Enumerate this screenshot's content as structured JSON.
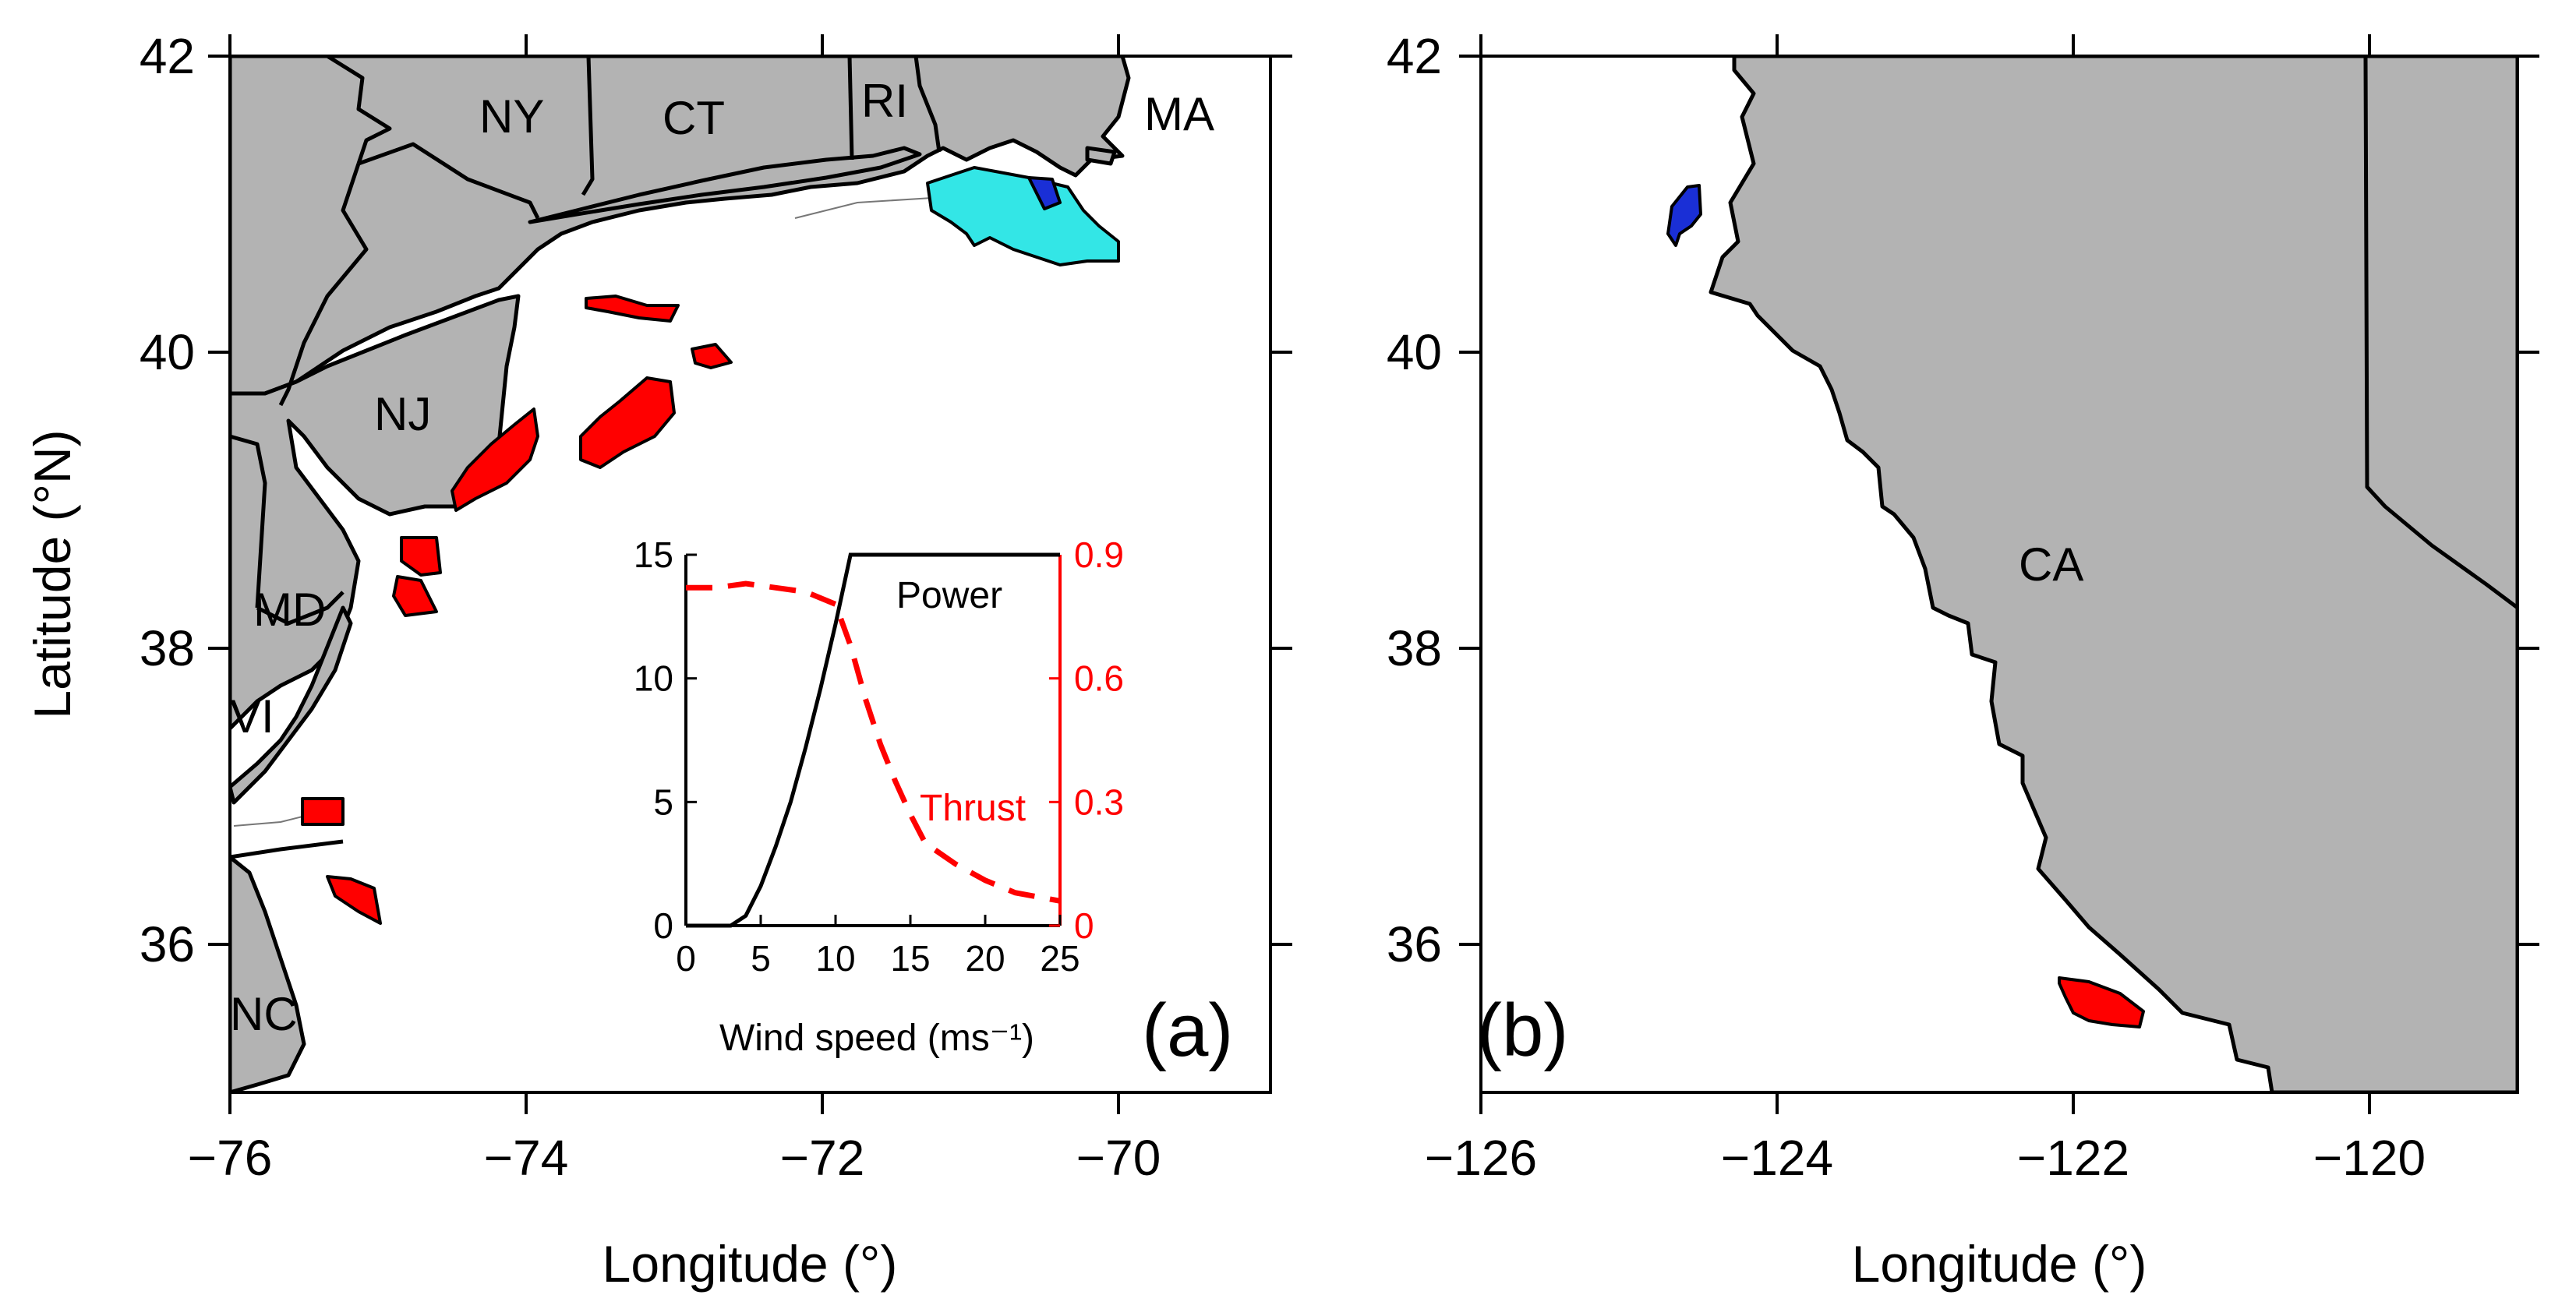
{
  "colors": {
    "land": "#b3b3b3",
    "lease_red": "#ff0000",
    "lease_cyan": "#33e6e6",
    "lease_blue": "#1a2fd6",
    "thrust_curve": "#ff0000",
    "power_curve": "#000000"
  },
  "panel_a": {
    "label": "(a)",
    "xlabel": "Longitude (°)",
    "ylabel": "Latitude (°N)",
    "x_ticks": [
      "−76",
      "−74",
      "−72",
      "−70"
    ],
    "y_ticks": [
      "42",
      "40",
      "38",
      "36"
    ],
    "states": [
      "NY",
      "CT",
      "RI",
      "MA",
      "NJ",
      "MD",
      "VI",
      "NC"
    ]
  },
  "panel_b": {
    "label": "(b)",
    "xlabel": "Longitude (°)",
    "x_ticks": [
      "−126",
      "−124",
      "−122",
      "−120"
    ],
    "y_ticks": [
      "42",
      "40",
      "38",
      "36"
    ],
    "states": [
      "CA"
    ]
  },
  "chart_data": {
    "type": "line",
    "xlabel": "Wind speed (ms⁻¹)",
    "ylabel": "",
    "x_ticks": [
      "0",
      "5",
      "10",
      "15",
      "20",
      "25"
    ],
    "y_ticks_left": [
      "0",
      "5",
      "10",
      "15"
    ],
    "y_ticks_right": [
      "0",
      "0.3",
      "0.6",
      "0.9"
    ],
    "xlim": [
      0,
      25
    ],
    "ylim": [
      0,
      15
    ],
    "y2lim": [
      0,
      0.9
    ],
    "series": [
      {
        "name": "Power",
        "axis": "left",
        "x": [
          0,
          3,
          4,
          5,
          6,
          7,
          8,
          9,
          10,
          11,
          12,
          13,
          15,
          20,
          25
        ],
        "values": [
          0,
          0,
          0.4,
          1.6,
          3.2,
          5.0,
          7.2,
          9.6,
          12.2,
          15,
          15,
          15,
          15,
          15,
          15
        ]
      },
      {
        "name": "Thrust",
        "axis": "right",
        "x": [
          0,
          2,
          4,
          6,
          8,
          10,
          11,
          12,
          13,
          14,
          15,
          16,
          18,
          20,
          22,
          25
        ],
        "values": [
          0.82,
          0.82,
          0.83,
          0.82,
          0.81,
          0.78,
          0.68,
          0.55,
          0.44,
          0.35,
          0.27,
          0.2,
          0.15,
          0.11,
          0.08,
          0.06
        ]
      }
    ]
  }
}
